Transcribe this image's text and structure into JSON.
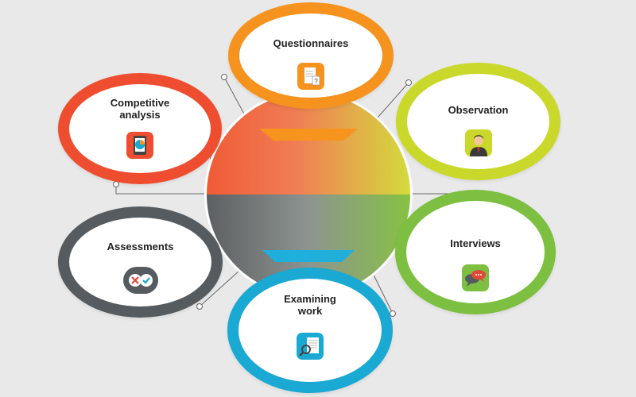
{
  "diagram": {
    "nodes": [
      {
        "id": "questionnaires",
        "label": "Questionnaires",
        "color": "#f5931e",
        "icon": "document-question-icon"
      },
      {
        "id": "observation",
        "label": "Observation",
        "color": "#c9d82a",
        "icon": "person-icon"
      },
      {
        "id": "interviews",
        "label": "Interviews",
        "color": "#7dbf41",
        "icon": "speech-bubbles-icon"
      },
      {
        "id": "examining-work",
        "label": "Examining\nwork",
        "color": "#1aa9d2",
        "icon": "magnifier-document-icon"
      },
      {
        "id": "assessments",
        "label": "Assessments",
        "color": "#555b5e",
        "icon": "cross-check-icon"
      },
      {
        "id": "competitive-analysis",
        "label": "Competitive\nanalysis",
        "color": "#ee4e2f",
        "icon": "tablet-chart-icon"
      }
    ],
    "hub_colors": {
      "top_left": "#ef5a36",
      "top_right": "#d3dc3c",
      "bottom_left": "#5c5f61",
      "bottom_right": "#86c242",
      "top_cap": "#f7941d",
      "bottom_cap": "#20aedb"
    },
    "connector_color": "#666666"
  }
}
